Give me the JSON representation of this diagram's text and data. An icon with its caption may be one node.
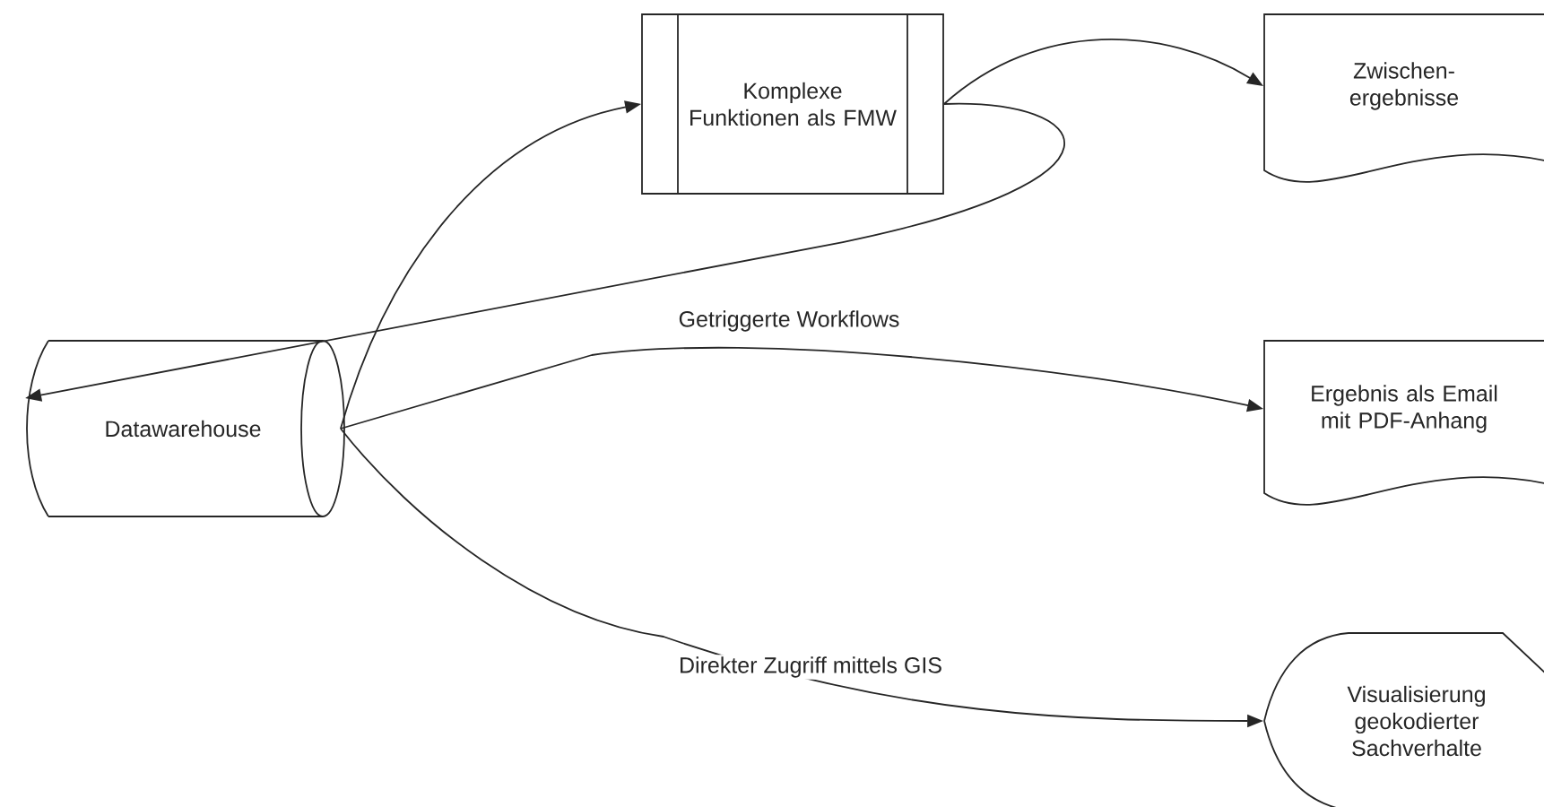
{
  "diagram": {
    "nodes": [
      {
        "text": [
          "Datawarehouse"
        ]
      },
      {
        "text": [
          "Komplexe Funktionen als FMW"
        ]
      },
      {
        "text": [
          "Zwischen- ergebnisse"
        ]
      },
      {
        "text": [
          "Ergebnis als Email mit PDF-Anhang"
        ]
      },
      {
        "text": [
          "Visualisierung geokodierter Sachverhalte"
        ]
      }
    ],
    "edges": [
      {
        "from": 0,
        "to": 1,
        "arrow": "to"
      },
      {
        "from": 1,
        "to": 2,
        "arrow": "to"
      },
      {
        "from": 1,
        "to": 0,
        "arrow": "to"
      },
      {
        "from": 0,
        "to": 3,
        "arrow": "to",
        "label": "Getriggerte Workflows"
      },
      {
        "from": 0,
        "to": 4,
        "arrow": "to",
        "label": "Direkter Zugriff mittels GIS"
      }
    ]
  }
}
